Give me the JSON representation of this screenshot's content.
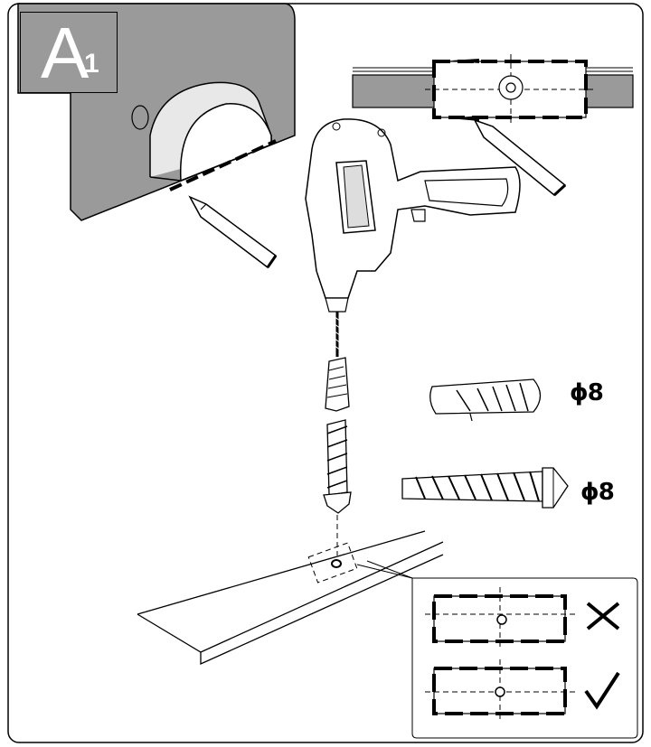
{
  "step_badge": {
    "letter": "A",
    "subscript": "1"
  },
  "labels": {
    "wall_plug_size": "ϕ8",
    "screw_size": "ϕ8"
  },
  "check": {
    "wrong_icon": "cross-icon",
    "correct_icon": "checkmark-icon"
  },
  "colors": {
    "panel_gray": "#9a9a9a",
    "badge_gray": "#9a9a9a",
    "line": "#000000"
  }
}
